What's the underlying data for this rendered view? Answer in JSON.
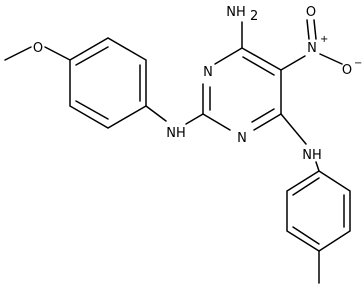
{
  "molecule": {
    "atoms": {
      "methoxy_o": "O",
      "nh_left": "NH",
      "ring_n_top": "N",
      "ring_n_bottom": "N",
      "amino_nh2": "NH",
      "amino_sub": "2",
      "nitro_n": "N",
      "nitro_n_charge": "+",
      "nitro_o_top": "O",
      "nitro_o_right": "O",
      "nitro_o_charge": "−",
      "nh_bottom": "NH"
    },
    "line_color": "#000000",
    "background": "#ffffff"
  }
}
